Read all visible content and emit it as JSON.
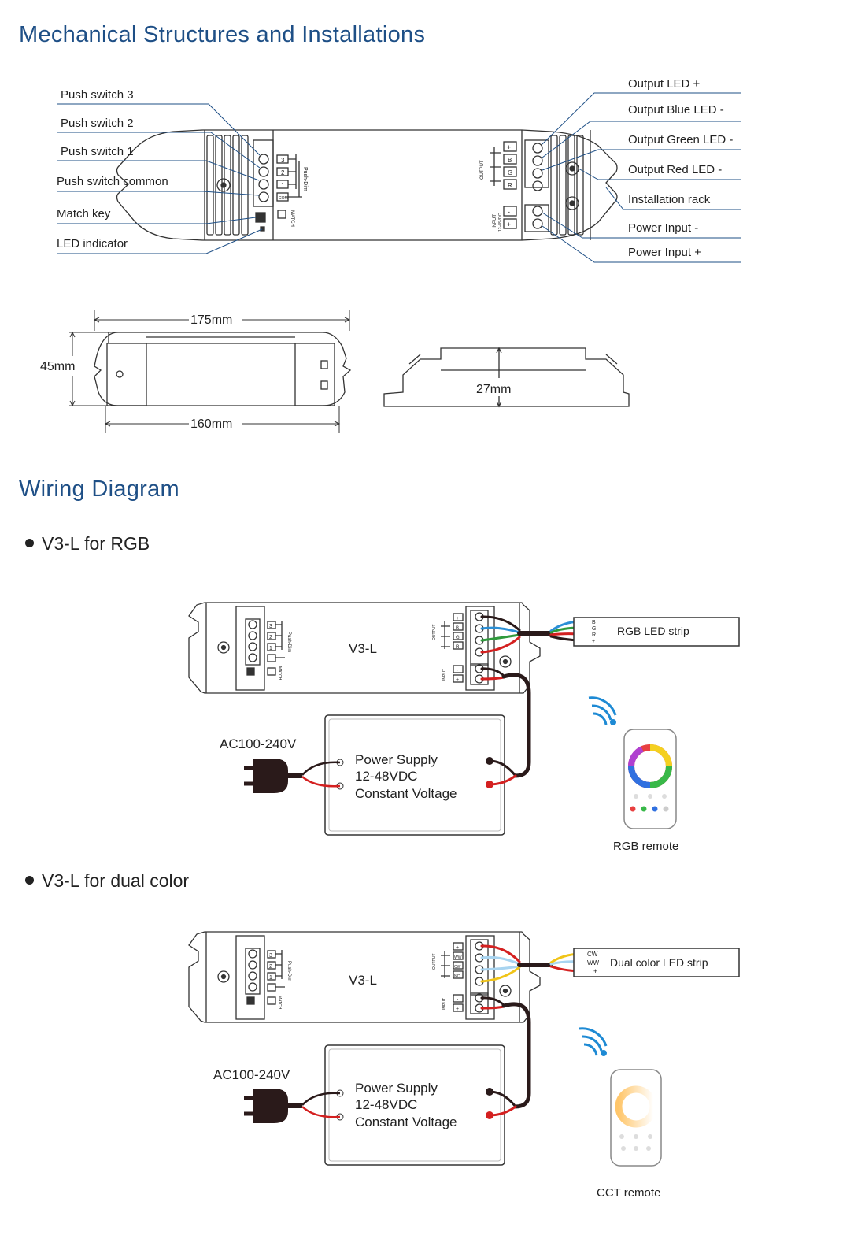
{
  "sections": {
    "mechanical_title": "Mechanical Structures and Installations",
    "wiring_title": "Wiring Diagram"
  },
  "left_labels": [
    "Push switch 3",
    "Push switch 2",
    "Push switch 1",
    "Push switch common",
    "Match key",
    "LED indicator"
  ],
  "right_labels": [
    "Output LED +",
    "Output Blue LED -",
    "Output Green LED -",
    "Output Red LED -",
    "Installation rack",
    "Power Input -",
    "Power Input +"
  ],
  "device_print": {
    "push_dim": "Push-Dim",
    "match": "MATCH",
    "output": "OUTPUT",
    "input": "INPUT",
    "input_voltage": "12-48VDC",
    "keys": [
      "3",
      "2",
      "1",
      "COM"
    ],
    "out_rgb": [
      "+",
      "B",
      "G",
      "R"
    ],
    "out_dual": [
      "+",
      "WW",
      "CW",
      "NC"
    ],
    "plus": "+",
    "minus": "-"
  },
  "dimensions": {
    "length": "175mm",
    "height": "45mm",
    "mount": "160mm",
    "depth": "27mm"
  },
  "rgb": {
    "bullet": "V3-L for RGB",
    "device": "V3-L",
    "ac": "AC100-240V",
    "psu_lines": [
      "Power Supply",
      "12-48VDC",
      "Constant Voltage"
    ],
    "strip": "RGB LED strip",
    "strip_pins": [
      "B",
      "G",
      "R",
      "+"
    ],
    "remote": "RGB remote"
  },
  "dual": {
    "bullet": "V3-L for dual color",
    "device": "V3-L",
    "ac": "AC100-240V",
    "psu_lines": [
      "Power Supply",
      "12-48VDC",
      "Constant Voltage"
    ],
    "strip": "Dual color LED strip",
    "strip_pins": [
      "CW",
      "WW",
      "+"
    ],
    "remote": "CCT remote"
  },
  "colors": {
    "heading": "#1e4f86",
    "leader": "#1e4f86",
    "wire_black": "#2a1a1a",
    "wire_red": "#d42020",
    "wire_blue": "#2b8fd6",
    "wire_green": "#2f9a3c",
    "wire_yellow": "#f0c418",
    "wire_lightblue": "#a8d4f0"
  }
}
